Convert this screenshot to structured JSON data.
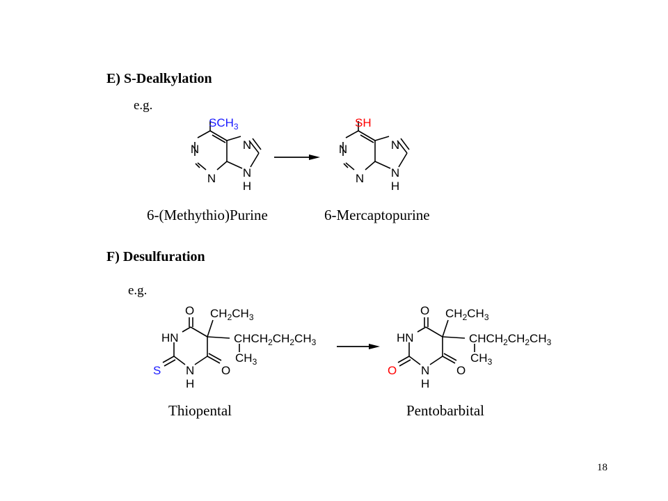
{
  "sections": [
    {
      "heading": "E) S-Dealkylation",
      "eg": "e.g.",
      "reactant": {
        "name": "6-(Methythio)Purine",
        "substituent": "SCH3"
      },
      "product": {
        "name": "6-Mercaptopurine",
        "substituent": "SH"
      }
    },
    {
      "heading": "F) Desulfuration",
      "eg": "e.g.",
      "reactant": {
        "name": "Thiopental",
        "substituent": "S"
      },
      "product": {
        "name": "Pentobarbital",
        "substituent": "O"
      }
    }
  ],
  "atoms": {
    "N": "N",
    "H": "H",
    "O": "O",
    "HN": "HN",
    "CH": "CH",
    "C": "C"
  },
  "colors": {
    "blue": "#1a1aff",
    "red": "#ff0000",
    "black": "#000000"
  },
  "page_number": "18"
}
